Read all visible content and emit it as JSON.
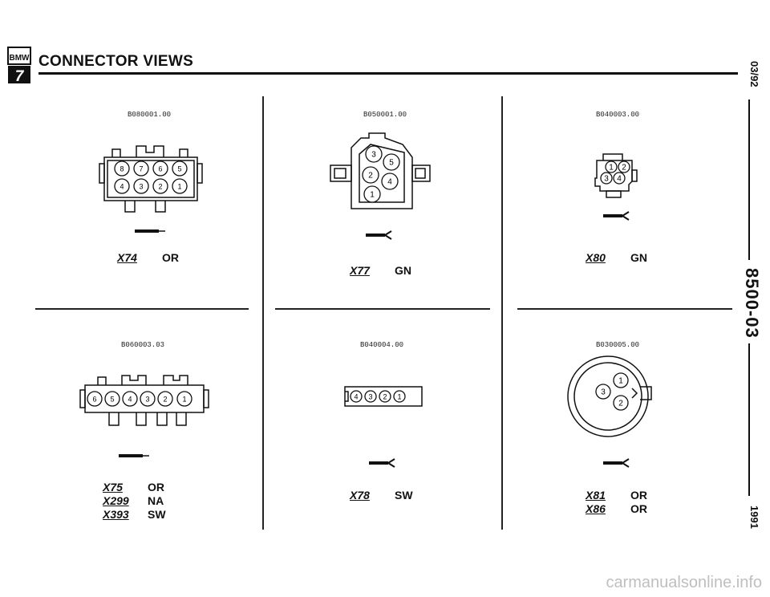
{
  "header": {
    "title": "CONNECTOR VIEWS",
    "logo_text": "BMW",
    "logo_series": "7"
  },
  "sidebar": {
    "date": "03/92",
    "doc_number": "8500-03",
    "year": "1991"
  },
  "panels": [
    {
      "code": "B080001.00",
      "pins": [
        "8",
        "7",
        "6",
        "5",
        "4",
        "3",
        "2",
        "1"
      ],
      "labels": [
        {
          "id": "X74",
          "color": "OR"
        }
      ]
    },
    {
      "code": "B050001.00",
      "pins": [
        "3",
        "5",
        "2",
        "4",
        "1"
      ],
      "labels": [
        {
          "id": "X77",
          "color": "GN"
        }
      ]
    },
    {
      "code": "B040003.00",
      "pins": [
        "1",
        "2",
        "3",
        "4"
      ],
      "labels": [
        {
          "id": "X80",
          "color": "GN"
        }
      ]
    },
    {
      "code": "B060003.03",
      "pins": [
        "6",
        "5",
        "4",
        "3",
        "2",
        "1"
      ],
      "labels": [
        {
          "id": "X75",
          "color": "OR"
        },
        {
          "id": "X299",
          "color": "NA"
        },
        {
          "id": "X393",
          "color": "SW"
        }
      ]
    },
    {
      "code": "B040004.00",
      "pins": [
        "4",
        "3",
        "2",
        "1"
      ],
      "labels": [
        {
          "id": "X78",
          "color": "SW"
        }
      ]
    },
    {
      "code": "B030005.00",
      "pins": [
        "1",
        "3",
        "2"
      ],
      "labels": [
        {
          "id": "X81",
          "color": "OR"
        },
        {
          "id": "X86",
          "color": "OR"
        }
      ]
    }
  ],
  "watermark": "carmanualsonline.info"
}
